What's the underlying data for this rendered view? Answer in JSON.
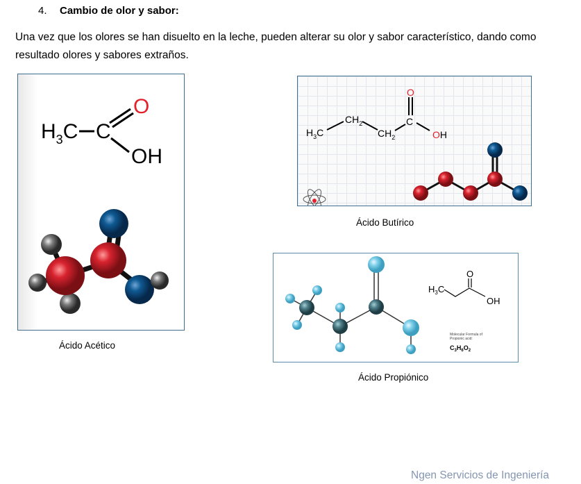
{
  "section": {
    "number": "4.",
    "title": "Cambio de olor y sabor:"
  },
  "paragraph": "Una vez que los olores se han disuelto en la leche, pueden alterar su olor y sabor característico, dando como resultado olores y sabores extraños.",
  "figures": {
    "acetic": {
      "caption": "Ácido Acético",
      "h3c": "H",
      "h3c_sub": "3",
      "h3c_c": "C",
      "c": "C",
      "o": "O",
      "oh": "OH"
    },
    "butyric": {
      "caption": "Ácido Butírico",
      "h3c": "H",
      "h3c_sub": "3",
      "h3c_c": "C",
      "ch2a": "CH",
      "ch2a_sub": "2",
      "ch2b": "CH",
      "ch2b_sub": "2",
      "c": "C",
      "o": "O",
      "oh_o": "O",
      "oh_h": "H"
    },
    "propionic": {
      "caption": "Ácido Propiónico",
      "h3c": "H",
      "h3c_sub": "3",
      "h3c_c": "C",
      "o": "O",
      "oh": "OH",
      "formula_label_1": "Molecular Formula of",
      "formula_label_2": "Propionic acid:",
      "formula": [
        "C",
        "3",
        "H",
        "6",
        "O",
        "2"
      ]
    }
  },
  "footer": "Ngen Servicios de Ingeniería",
  "colors": {
    "red_atom": "#d8232f",
    "blue_atom": "#0f5a93",
    "gray_atom": "#7a7a7a",
    "teal_atom": "#4e7f8a",
    "light_atom": "#7fd0ea",
    "footer": "#8496b0"
  }
}
